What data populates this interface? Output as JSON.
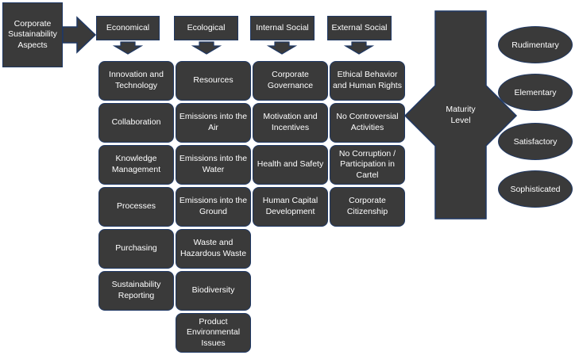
{
  "aspects_label": "Corporate Sustainability Aspects",
  "columns": [
    {
      "header": "Economical",
      "items": [
        "Innovation and Technology",
        "Collaboration",
        "Knowledge Management",
        "Processes",
        "Purchasing",
        "Sustainability Reporting"
      ]
    },
    {
      "header": "Ecological",
      "items": [
        "Resources",
        "Emissions into the Air",
        "Emissions into the Water",
        "Emissions into the Ground",
        "Waste and Hazardous Waste",
        "Biodiversity",
        "Product Environmental Issues"
      ]
    },
    {
      "header": "Internal Social",
      "items": [
        "Corporate Governance",
        "Motivation and Incentives",
        "Health and Safety",
        "Human Capital Development"
      ]
    },
    {
      "header": "External Social",
      "items": [
        "Ethical Behavior and Human Rights",
        "No Controversial Activities",
        "No Corruption / Participation in Cartel",
        "Corporate Citizenship"
      ]
    }
  ],
  "maturity": {
    "label": "Maturity Level",
    "levels": [
      "Rudimentary",
      "Elementary",
      "Satisfactory",
      "Sophisticated"
    ]
  },
  "colors": {
    "fill": "#3a3a3a",
    "border": "#1f3864",
    "text": "#ffffff"
  }
}
